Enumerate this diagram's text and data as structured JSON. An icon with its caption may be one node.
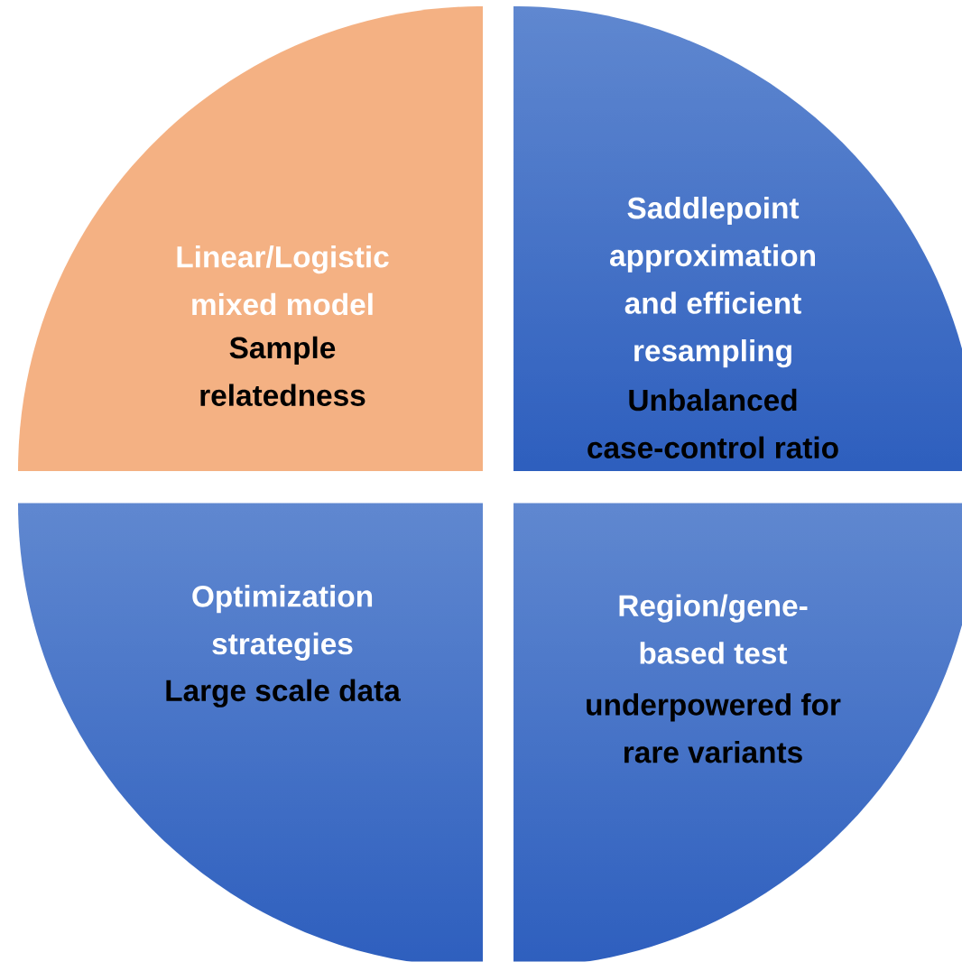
{
  "diagram": {
    "nodes": [
      {
        "text": [
          "Linear/Logistic mixed model",
          "Sample relatedness"
        ]
      },
      {
        "text": [
          "Saddlepoint approximation and efficient resampling",
          "Unbalanced case-control ratio"
        ]
      },
      {
        "text": [
          "Optimization strategies",
          "Large scale data"
        ]
      },
      {
        "text": [
          "Region/gene-based test",
          "underpowered for rare variants"
        ]
      }
    ]
  }
}
